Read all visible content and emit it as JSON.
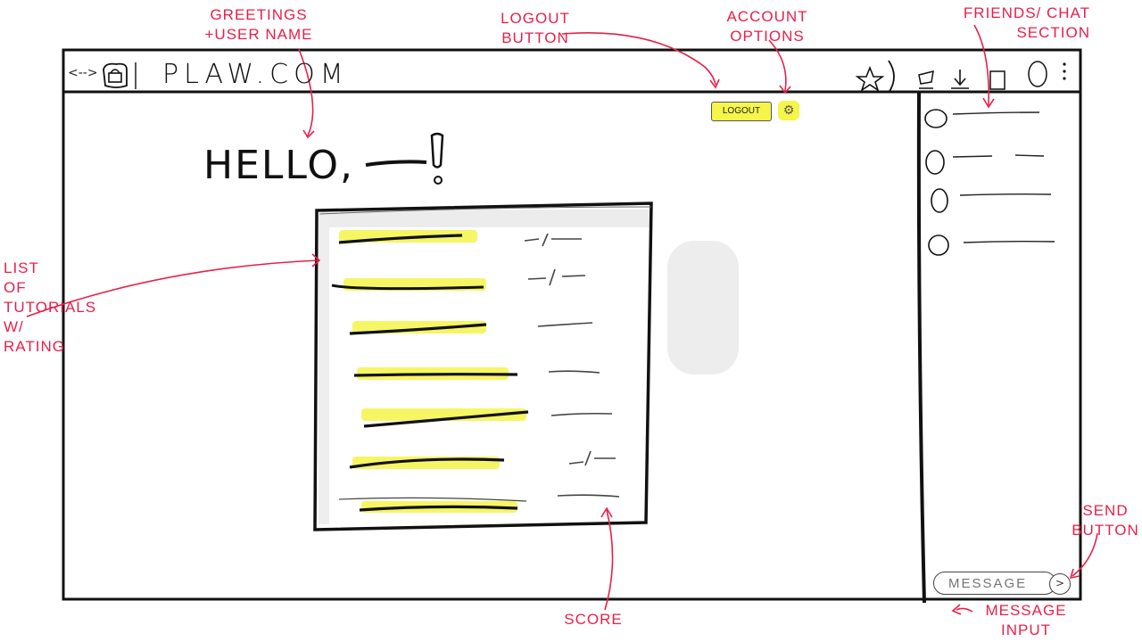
{
  "browser": {
    "url": "PLAW.COM",
    "nav_label": "<-->"
  },
  "greeting": {
    "text": "HELLO, —!"
  },
  "header": {
    "logout_label": "LOGOUT",
    "account_icon": "gear-icon"
  },
  "tutorials": {
    "count": 7,
    "rows": [
      {
        "title_placeholder": "highlighted-line",
        "score_placeholder": "-/-"
      },
      {
        "title_placeholder": "highlighted-line",
        "score_placeholder": "-/-"
      },
      {
        "title_placeholder": "highlighted-line",
        "score_placeholder": "—"
      },
      {
        "title_placeholder": "highlighted-line",
        "score_placeholder": "—"
      },
      {
        "title_placeholder": "highlighted-line",
        "score_placeholder": "—"
      },
      {
        "title_placeholder": "highlighted-line",
        "score_placeholder": "-/-"
      },
      {
        "title_placeholder": "highlighted-line",
        "score_placeholder": "—"
      }
    ]
  },
  "friends": {
    "count": 4
  },
  "chat": {
    "message_placeholder": "MESSAGE",
    "send_icon": "chevron-right-icon"
  },
  "annotations": {
    "greetings": "GREETINGS\n+USER NAME",
    "logout": "LOGOUT\nBUTTON",
    "account": "ACCOUNT\nOPTIONS",
    "friends": "FRIENDS/ CHAT\nSECTION",
    "tutorials": "LIST\nOF\nTUTORIALS\nW/\nRATING",
    "score": "SCORE",
    "send": "SEND\nBUTTON",
    "message": "MESSAGE\nINPUT"
  },
  "colors": {
    "ink": "#111111",
    "annotation": "#e8204a",
    "highlight": "#f5f54a"
  }
}
